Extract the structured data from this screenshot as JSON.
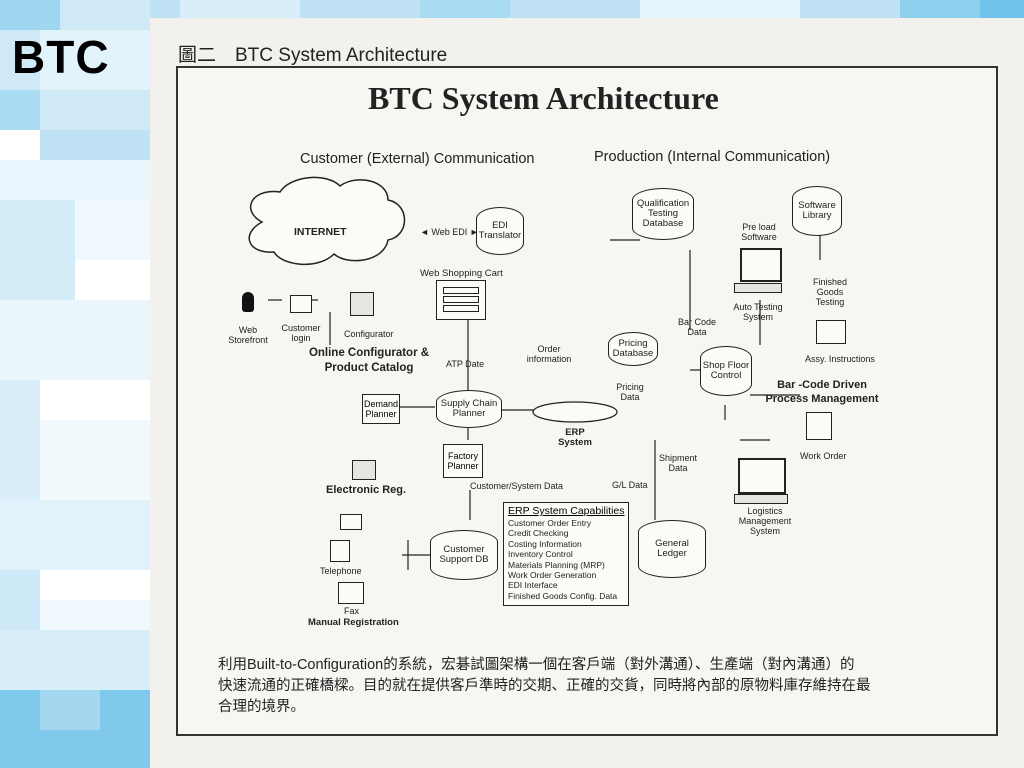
{
  "slide_title": "BTC",
  "figure_caption": "圖二　BTC System Architecture",
  "diagram_title": "BTC  System Architecture",
  "headers": {
    "customer": "Customer (External) Communication",
    "production": "Production (Internal Communication)"
  },
  "nodes": {
    "internet": "INTERNET",
    "web_edi": "◄ Web EDI ►",
    "edi_translator": "EDI Translator",
    "web_shopping_cart": "Web Shopping Cart",
    "web_storefront": "Web Storefront",
    "customer_login": "Customer login",
    "configurator": "Configurator",
    "online_configurator": "Online Configurator & Product Catalog",
    "atp_date": "ATP Date",
    "order_information": "Order information",
    "demand_planner": "Demand Planner",
    "supply_chain_planner": "Supply Chain Planner",
    "factory_planner": "Factory Planner",
    "erp_system": "ERP System",
    "electronic_reg": "Electronic Reg.",
    "customer_system_data": "Customer/System Data",
    "gl_data": "G/L Data",
    "telephone": "Telephone",
    "fax": "Fax",
    "manual_registration": "Manual Registration",
    "customer_support_db": "Customer Support DB",
    "qualification_db": "Qualification Testing Database",
    "software_library": "Software Library",
    "pre_load_software": "Pre load Software",
    "finished_goods_testing": "Finished Goods Testing",
    "auto_testing_system": "Auto Testing System",
    "bar_code_data": "Bar Code Data",
    "pricing_database": "Pricing Database",
    "shop_floor_control": "Shop Floor Control",
    "assy_instructions": "Assy. Instructions",
    "pricing_data": "Pricing Data",
    "bar_code_process": "Bar -Code Driven Process Management",
    "shipment_data": "Shipment Data",
    "work_order": "Work Order",
    "logistics_management": "Logistics Management System",
    "general_ledger": "General Ledger"
  },
  "erp_capabilities": {
    "title": "ERP System Capabilities",
    "items": [
      "Customer Order Entry",
      "Credit Checking",
      "Costing Information",
      "Inventory Control",
      "Materials Planning (MRP)",
      "Work Order Generation",
      "EDI Interface",
      "Finished Goods Config. Data"
    ]
  },
  "bottom_text": [
    "利用Built-to-Configuration的系統，宏碁試圖架構一個在客戶端（對外溝通）、生產端（對內溝通）的",
    "快速流通的正確橋樑。目的就在提供客戶準時的交期、正確的交貨，同時將內部的原物料庫存維持在最",
    "合理的境界。"
  ],
  "colors": {
    "tile_dark": "#6fc3ea",
    "tile_mid": "#9fd6f0",
    "tile_light": "#d4ecf8"
  }
}
